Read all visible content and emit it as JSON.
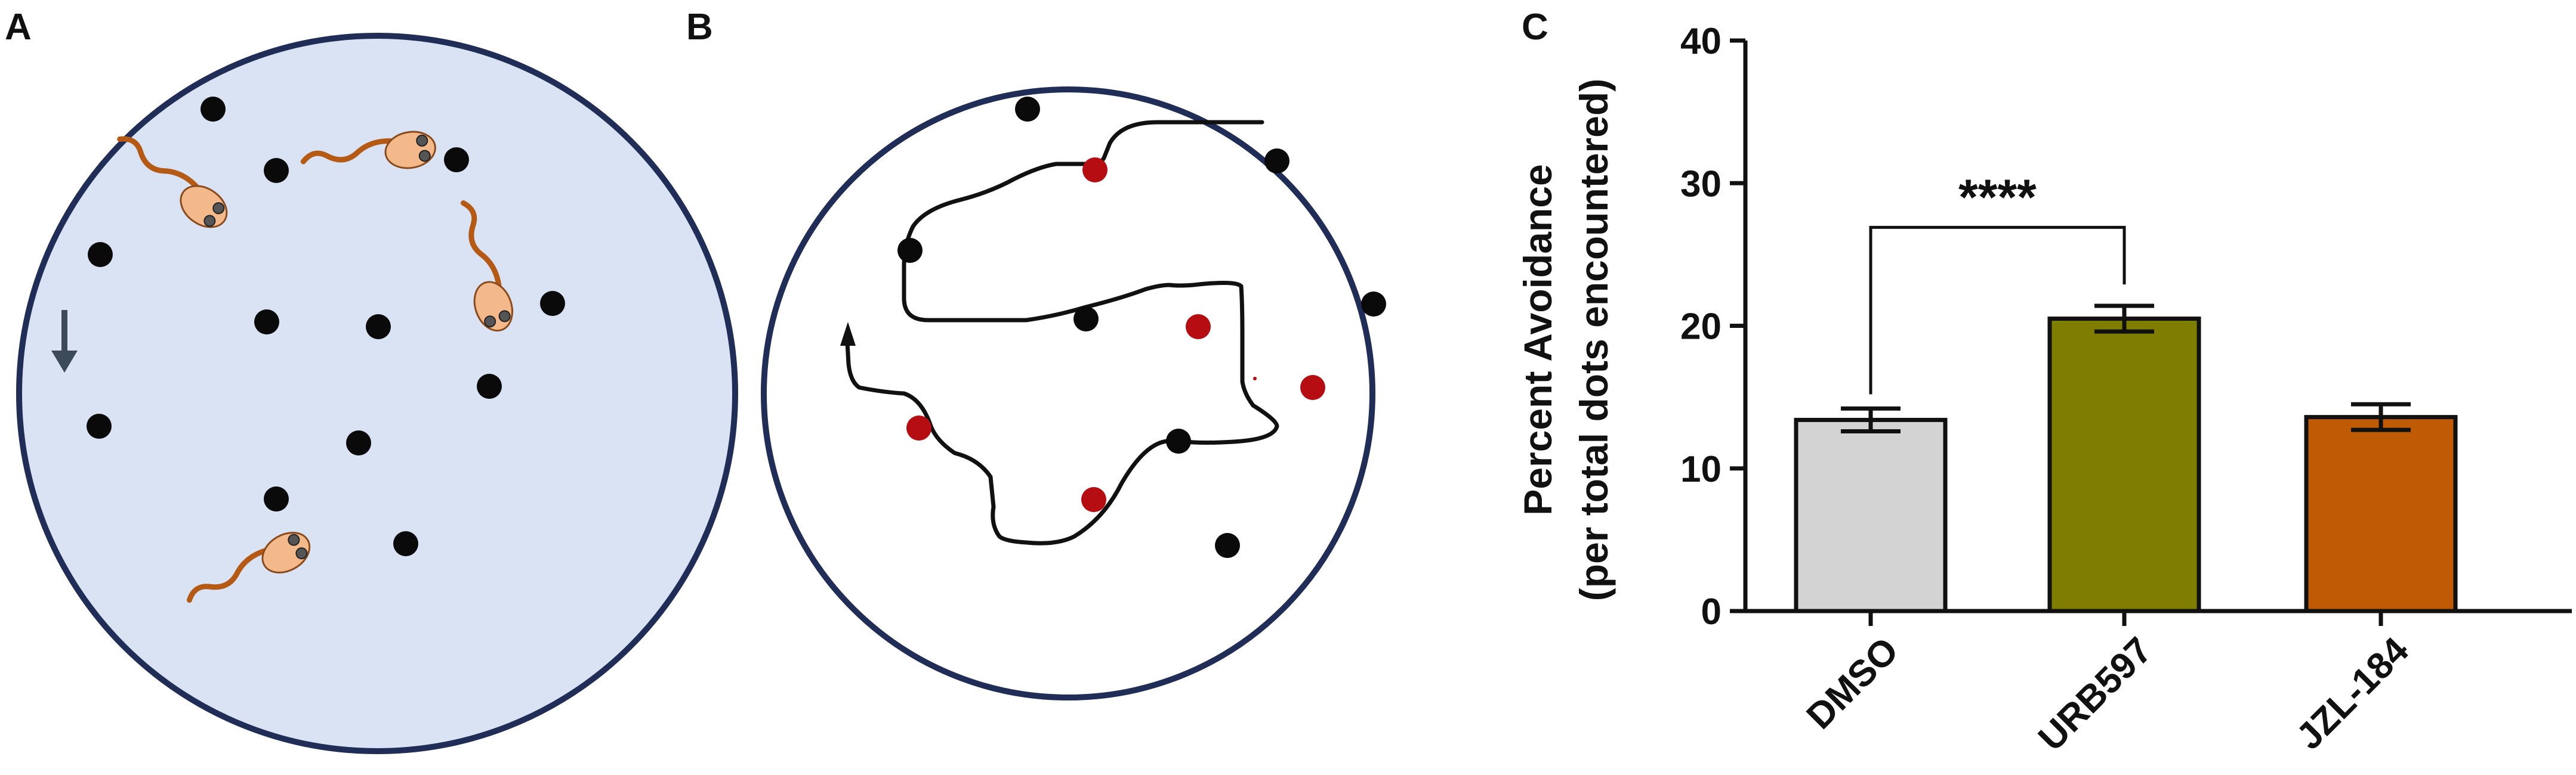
{
  "panels": {
    "a_label": "A",
    "b_label": "B",
    "c_label": "C"
  },
  "colors": {
    "dish_fill": "#d9e3f3",
    "dish_border": "#1f2d57",
    "dot_black": "#0a0a0a",
    "dot_red": "#b50d12",
    "larva_body": "#f3b98a",
    "larva_tail": "#b45a14",
    "arrow": "#3d4a5a"
  },
  "chart_data": {
    "type": "bar",
    "categories": [
      "DMSO",
      "URB597",
      "JZL-184"
    ],
    "values": [
      13.4,
      20.5,
      13.6
    ],
    "errors": [
      0.8,
      0.9,
      0.9
    ],
    "bar_colors": [
      "#d3d3d3",
      "#7f7e00",
      "#bf5a05"
    ],
    "ylabel_line1": "Percent Avoidance",
    "ylabel_line2": "(per total dots encountered)",
    "ylim": [
      0,
      40
    ],
    "yticks": [
      "0",
      "10",
      "20",
      "30",
      "40"
    ],
    "significance": {
      "label": "****",
      "from_category": "DMSO",
      "to_category": "URB597"
    },
    "grid": false
  }
}
